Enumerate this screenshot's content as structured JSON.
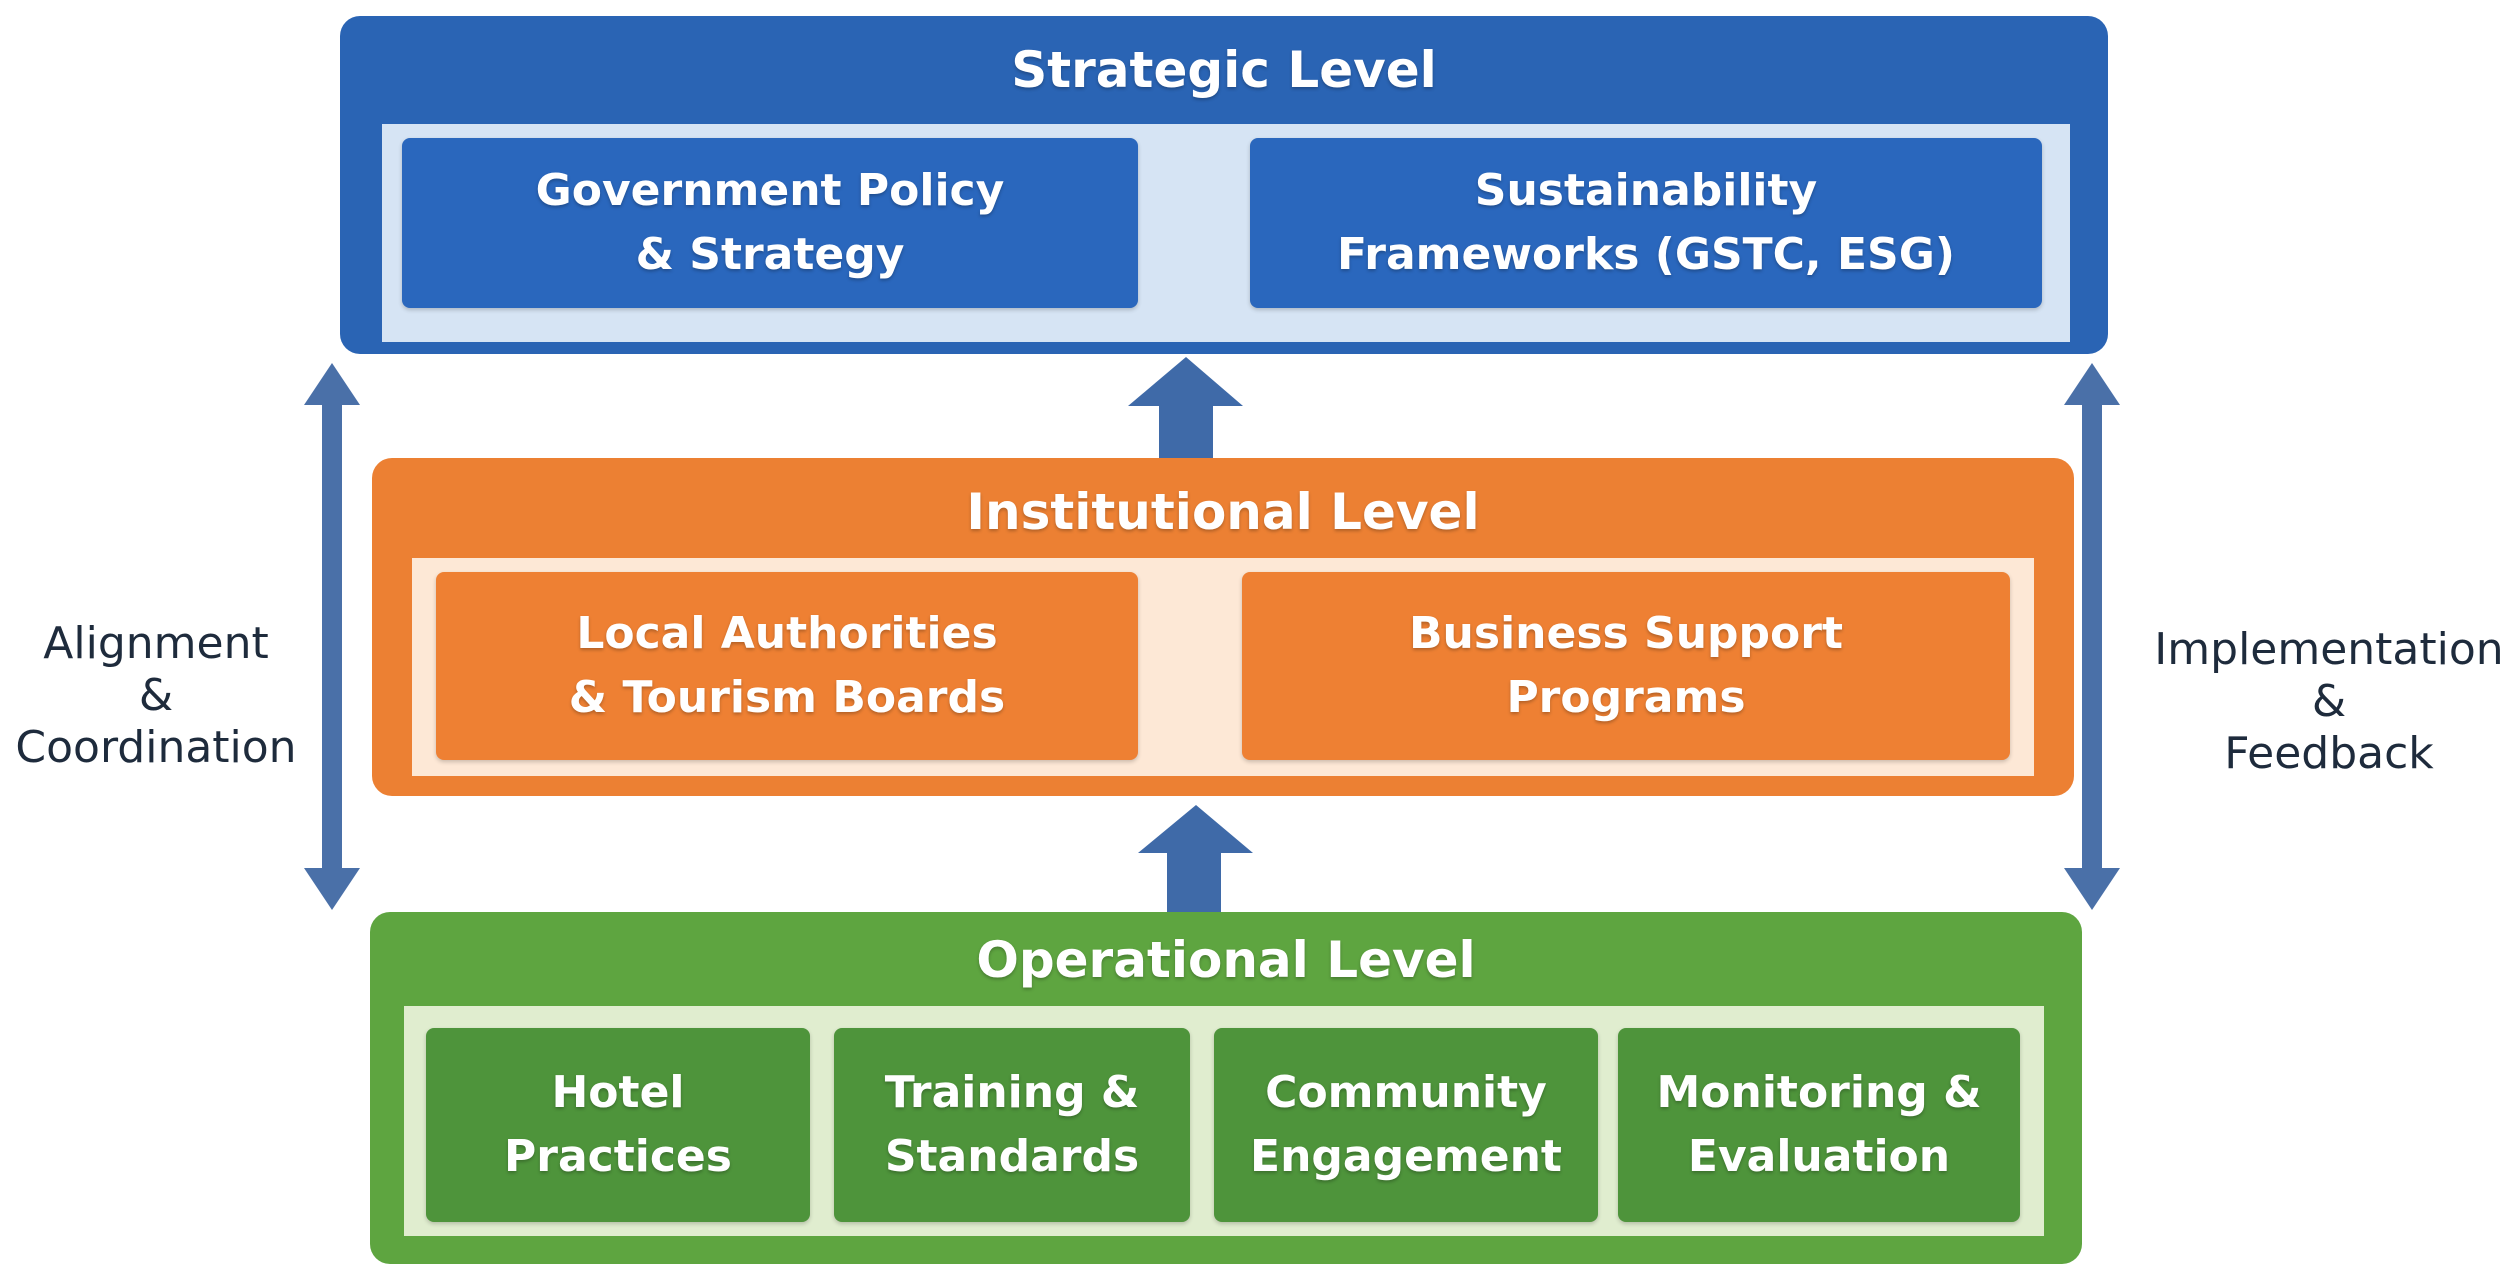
{
  "colors": {
    "strategic": "#2a64b4",
    "institutional": "#ec8033",
    "operational": "#5ea540",
    "arrow": "#4a70a8",
    "text_dark": "#1e2b3c"
  },
  "levels": {
    "strategic": {
      "title": "Strategic Level",
      "boxes": [
        {
          "label": "Government Policy\n& Strategy"
        },
        {
          "label": "Sustainability\nFrameworks (GSTC, ESG)"
        }
      ]
    },
    "institutional": {
      "title": "Institutional Level",
      "boxes": [
        {
          "label": "Local Authorities\n& Tourism Boards"
        },
        {
          "label": "Business Support\nPrograms"
        }
      ]
    },
    "operational": {
      "title": "Operational Level",
      "boxes": [
        {
          "label": "Hotel\nPractices"
        },
        {
          "label": "Training &\nStandards"
        },
        {
          "label": "Community\nEngagement"
        },
        {
          "label": "Monitoring &\nEvaluation"
        }
      ]
    }
  },
  "side_labels": {
    "left": "Alignment\n&\nCoordination",
    "right": "Implementation\n&\nFeedback"
  }
}
